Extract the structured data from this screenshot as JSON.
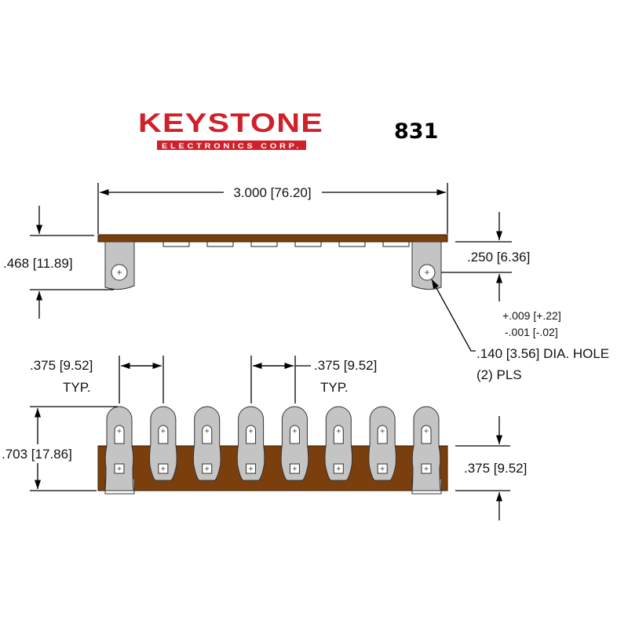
{
  "logo": {
    "name": "KEYSTONE",
    "sub": "ELECTRONICS CORP."
  },
  "part_number": "831",
  "colors": {
    "board": "#7a3f0c",
    "lug": "#c4c4c4",
    "logo": "#d0202a"
  },
  "top_view": {
    "overall_length": "3.000 [76.20]",
    "height_left": ".468 [11.89]",
    "height_right": ".250 [6.36]",
    "tolerance_plus": "+.009 [+.22]",
    "tolerance_minus": "-.001 [-.02]",
    "hole_note": ".140 [3.56] DIA. HOLE",
    "hole_qty": "(2) PLS"
  },
  "front_view": {
    "pitch_left": ".375 [9.52]",
    "pitch_left_typ": "TYP.",
    "pitch_right": ".375 [9.52]",
    "pitch_right_typ": "TYP.",
    "overall_height": ".703 [17.86]",
    "board_height": ".375 [9.52]",
    "terminal_count": 8
  }
}
